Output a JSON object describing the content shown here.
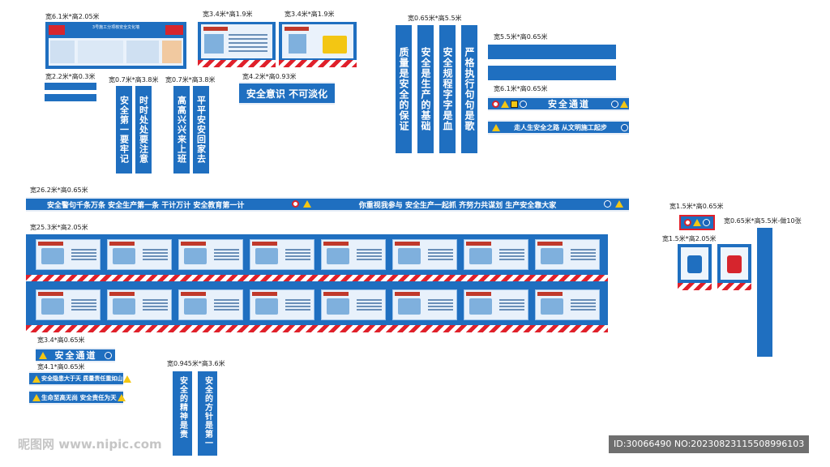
{
  "labels": {
    "l1": "宽6.1米*高2.05米",
    "l2": "宽3.4米*高1.9米",
    "l3": "宽3.4米*高1.9米",
    "l4": "宽0.65米*高5.5米",
    "l5": "宽5.5米*高0.65米",
    "l6": "宽2.2米*高0.3米",
    "l7": "宽0.7米*高3.8米",
    "l8": "宽0.7米*高3.8米",
    "l9": "宽4.2米*高0.93米",
    "l10": "宽6.1米*高0.65米",
    "l11": "宽26.2米*高0.65米",
    "l12": "宽1.5米*高0.65米",
    "l13": "宽0.65米*高5.5米-做10张",
    "l14": "宽1.5米*高2.05米",
    "l15": "宽25.3米*高2.05米",
    "l16": "宽3.4*高0.65米",
    "l17": "宽4.1*高0.65米",
    "l18": "宽0.945米*高3.6米"
  },
  "vertical_panels": {
    "p1": "安全第一要牢记",
    "p2": "时时处处要注意",
    "p3": "高高兴兴来上班",
    "p4": "平平安安回家去",
    "p5": "质量是安全的保证",
    "p6": "安全是生产的基础",
    "p7": "安全规程字字是血",
    "p8": "严格执行句句是歌",
    "p9": "安全的精神是责",
    "p10": "安全的方针是第一"
  },
  "banners": {
    "awareness": "安全意识  不可淡化",
    "safety_passage": "安全通道",
    "walk_road": "走人生安全之路  从文明施工起步",
    "long_left": "安全警句千条万条    安全生产第一条    干计万计    安全教育第一计",
    "long_right": "你重视我参与    安全生产一起抓    齐努力共谋划    生产安全靠大家",
    "small_passage": "安全通道",
    "hidden_danger": "安全隐患大于天    质量责任重如山",
    "life_first": "生命至高无尚    安全责任为天"
  },
  "board_top": {
    "title": "3号施工分项核安全文化墙"
  },
  "watermark": {
    "site": "昵图网 www.nipic.com",
    "id": "ID:30066490 NO:20230823115508996103"
  },
  "colors": {
    "blue": "#1f6fc0",
    "red": "#e0202a",
    "yellow": "#f3c613"
  }
}
